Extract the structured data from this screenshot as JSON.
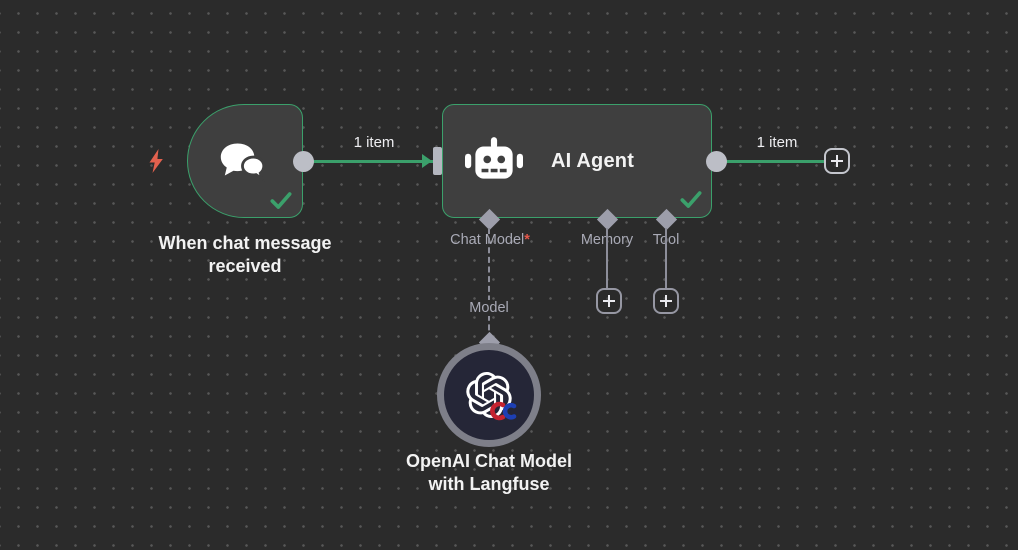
{
  "workflow": {
    "trigger": {
      "label": "When chat message received",
      "status": "success"
    },
    "agent": {
      "title": "AI Agent",
      "status": "success",
      "ports": {
        "chat_model": {
          "label": "Chat Model",
          "required_mark": "*"
        },
        "memory": {
          "label": "Memory"
        },
        "tool": {
          "label": "Tool"
        }
      }
    },
    "model_node": {
      "label": "OpenAI Chat Model with Langfuse",
      "input_label": "Model"
    },
    "edges": {
      "trigger_to_agent_label": "1 item",
      "agent_output_label": "1 item"
    }
  },
  "icons": {
    "trigger_node": "chat-bubbles-icon",
    "agent_node": "robot-icon",
    "model_node": "openai-logo-icon",
    "model_badge": "red-blue-chevrons-icon",
    "trigger_marker": "lightning-bolt-icon",
    "status": "check-icon",
    "add": "plus-icon"
  },
  "colors": {
    "canvas_bg": "#2b2b2b",
    "grid_dot": "#575757",
    "node_bg": "#3f3f3f",
    "node_border_success": "#3ba06b",
    "connection_green": "#3ba06b",
    "connector_gray": "#9d9eab",
    "endpoint_circle": "#bcbec6",
    "port_label_text": "#a9aab6",
    "required_asterisk": "#e4574b",
    "lightning_bolt": "#e2614e",
    "circle_node_bg": "#252637",
    "circle_node_ring": "#7e7f89",
    "label_text": "#f2f2f2"
  }
}
